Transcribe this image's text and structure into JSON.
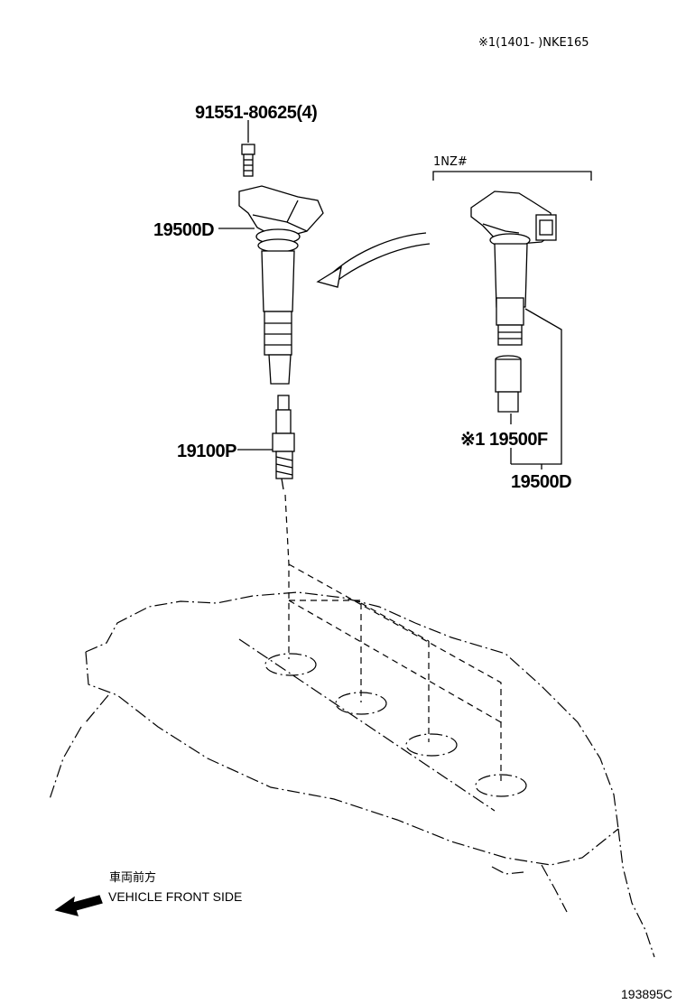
{
  "header": {
    "note": "※1(1401-    )NKE165"
  },
  "parts": {
    "bolt": "91551-80625(4)",
    "coil_left": "19500D",
    "spark_plug": "19100P",
    "variant_label": "1NZ#",
    "boot": "※1 19500F",
    "coil_assembly": "19500D"
  },
  "direction": {
    "jp": "車両前方",
    "en": "VEHICLE FRONT SIDE"
  },
  "footer": {
    "code": "193895C"
  }
}
